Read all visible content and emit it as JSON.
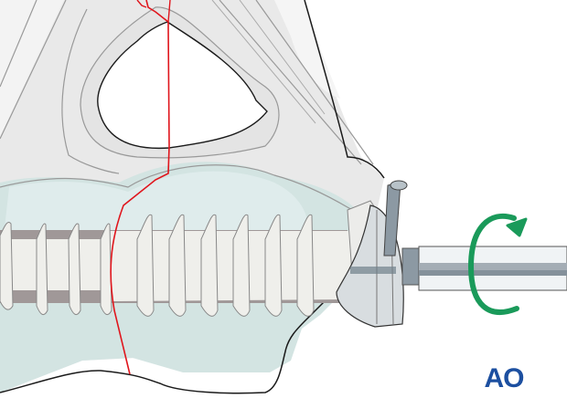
{
  "illustration": {
    "subject": "lag screw insertion across fracture line in bone, screwdriver rotating clockwise",
    "colors": {
      "bone_outer": "#e8e8e8",
      "bone_light": "#f4f4f4",
      "cancellous": "#d4e4e3",
      "cancellous_light": "#deecec",
      "screw_body": "#efefeb",
      "screw_thread_shadow": "#a09898",
      "fracture_line": "#e0151c",
      "rotation_arrow": "#1a9a5a",
      "screwdriver": "#9aa6ae",
      "outline": "#1a1a1a"
    },
    "rotation_direction": "clockwise"
  },
  "logo": {
    "text": "AO",
    "color": "#1c4fa0"
  }
}
